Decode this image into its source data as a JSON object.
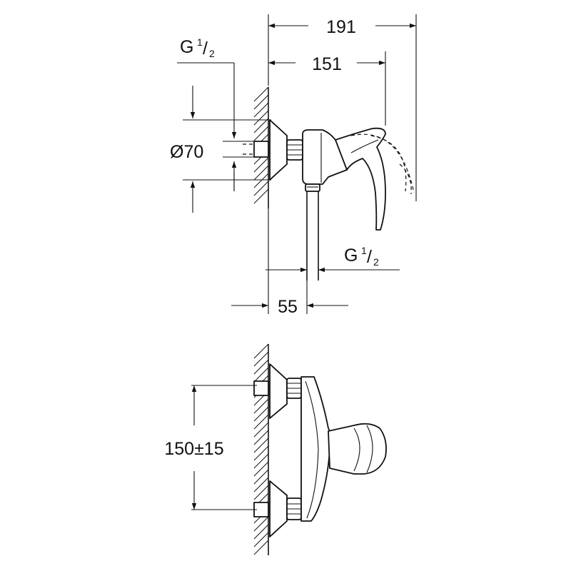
{
  "dimensions": {
    "overall_depth": "191",
    "handle_depth": "151",
    "wall_offset": "55",
    "rosette_diameter": "Ø70",
    "inlet_thread": {
      "main": "G",
      "sup": "1",
      "sub": "2"
    },
    "outlet_thread": {
      "main": "G",
      "sup": "1",
      "sub": "2"
    },
    "inlet_spacing": "150±15"
  }
}
